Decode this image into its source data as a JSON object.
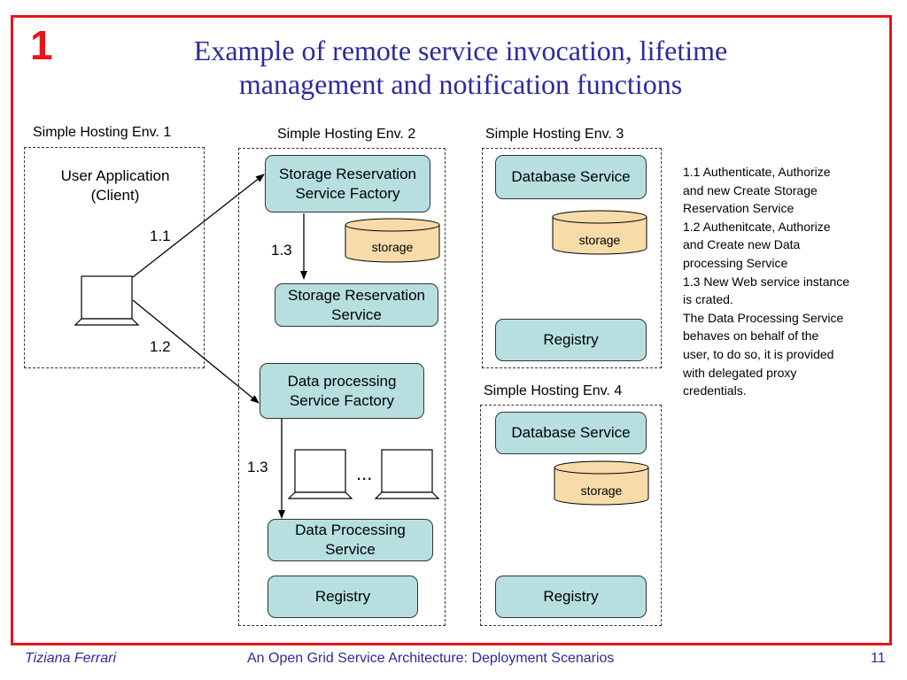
{
  "slide": {
    "number": "1",
    "title_line1": "Example of remote service invocation, lifetime",
    "title_line2": "management and notification functions"
  },
  "env1": {
    "label": "Simple Hosting Env. 1",
    "app": "User Application\n(Client)"
  },
  "env2": {
    "label": "Simple Hosting Env. 2",
    "storage_factory": "Storage Reservation\nService Factory",
    "storage_label": "storage",
    "storage_service": "Storage Reservation\nService",
    "dp_factory": "Data processing\nService Factory",
    "ellipsis": "...",
    "dp_service": "Data Processing\nService",
    "registry": "Registry"
  },
  "env3": {
    "label": "Simple Hosting Env. 3",
    "database": "Database Service",
    "storage_label": "storage",
    "registry": "Registry"
  },
  "env4": {
    "label": "Simple Hosting Env. 4",
    "database": "Database Service",
    "storage_label": "storage",
    "registry": "Registry"
  },
  "steps": {
    "s11": "1.1",
    "s12": "1.2",
    "s13a": "1.3",
    "s13b": "1.3"
  },
  "notes": [
    "1.1 Authenticate, Authorize\n      and new Create Storage\n      Reservation Service",
    "1.2 Authenitcate, Authorize\n      and Create new Data\n      processing Service",
    "1.3 New Web service instance\n      is crated.\n    The Data Processing Service\n      behaves on behalf of the\n      user, to do so, it is provided\n      with delegated proxy\n      credentials."
  ],
  "footer": {
    "author": "Tiziana Ferrari",
    "center": "An Open Grid Service Architecture: Deployment Scenarios",
    "page": "11"
  },
  "colors": {
    "frame": "#e8141b",
    "title": "#2b2b9e",
    "service_fill": "#b7dfe0",
    "storage_fill": "#f7dcaa"
  }
}
